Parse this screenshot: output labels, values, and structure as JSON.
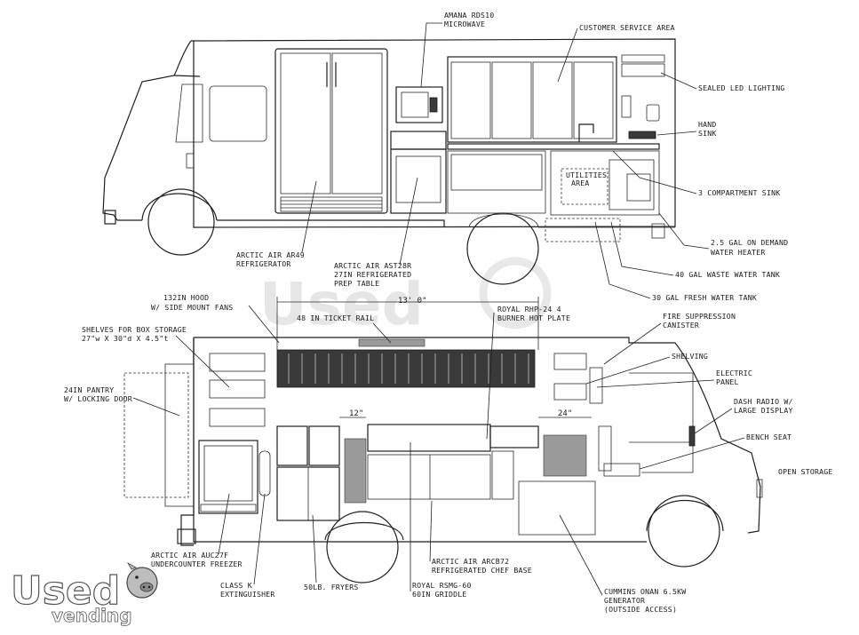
{
  "watermark": {
    "text": "Used"
  },
  "logo": {
    "word1": "Used",
    "word2": "vending"
  },
  "side_view_labels": {
    "microwave": [
      "AMANA RDS10",
      "MICROWAVE"
    ],
    "customer_service": [
      "CUSTOMER SERVICE AREA"
    ],
    "led_lighting": [
      "SEALED LED LIGHTING"
    ],
    "hand_sink": [
      "HAND",
      "SINK"
    ],
    "compartment_sink": [
      "3 COMPARTMENT SINK"
    ],
    "water_heater": [
      "2.5 GAL ON DEMAND",
      "WATER HEATER"
    ],
    "waste_tank": [
      "40 GAL WASTE WATER TANK"
    ],
    "fresh_tank": [
      "30 GAL FRESH WATER TANK"
    ],
    "refrigerator": [
      "ARCTIC AIR AR49",
      "REFRIGERATOR"
    ],
    "prep_table": [
      "ARCTIC AIR AST28R",
      "27IN REFRIGERATED",
      "PREP TABLE"
    ],
    "utilities": [
      "UTILITIES",
      "AREA"
    ]
  },
  "plan_view_labels": {
    "hood": [
      "132IN  HOOD",
      "W/ SIDE MOUNT FANS"
    ],
    "overall_length": "13' 0\"",
    "ticket_rail": [
      "48 IN TICKET RAIL"
    ],
    "hot_plate": [
      "ROYAL RHP-24 4",
      "BURNER HOT PLATE"
    ],
    "fire_suppression": [
      "FIRE SUPPRESSION",
      "CANISTER"
    ],
    "shelves": [
      "SHELVES FOR BOX STORAGE",
      "27\"w X 30\"d X 4.5\"t"
    ],
    "pantry": [
      "24IN PANTRY",
      "W/ LOCKING DOOR"
    ],
    "shelving": [
      "SHELVING"
    ],
    "electric_panel": [
      "ELECTRIC",
      "PANEL"
    ],
    "dash_radio": [
      "DASH RADIO W/",
      "LARGE DISPLAY"
    ],
    "bench_seat": [
      "BENCH SEAT"
    ],
    "open_storage": [
      "OPEN STORAGE"
    ],
    "dim_12": "12\"",
    "dim_24": "24\"",
    "freezer": [
      "ARCTIC AIR AUC27F",
      "UNDERCOUNTER FREEZER"
    ],
    "extinguisher": [
      "CLASS K",
      "EXTINGUISHER"
    ],
    "fryers": [
      "50LB. FRYERS"
    ],
    "chef_base": [
      "ARCTIC AIR ARCB72",
      "REFRIGERATED CHEF BASE"
    ],
    "griddle": [
      "ROYAL RSMG-60",
      "60IN GRIDDLE"
    ],
    "generator": [
      "CUMMINS ONAN 6.5KW",
      "GENERATOR",
      "(OUTSIDE ACCESS)"
    ]
  }
}
